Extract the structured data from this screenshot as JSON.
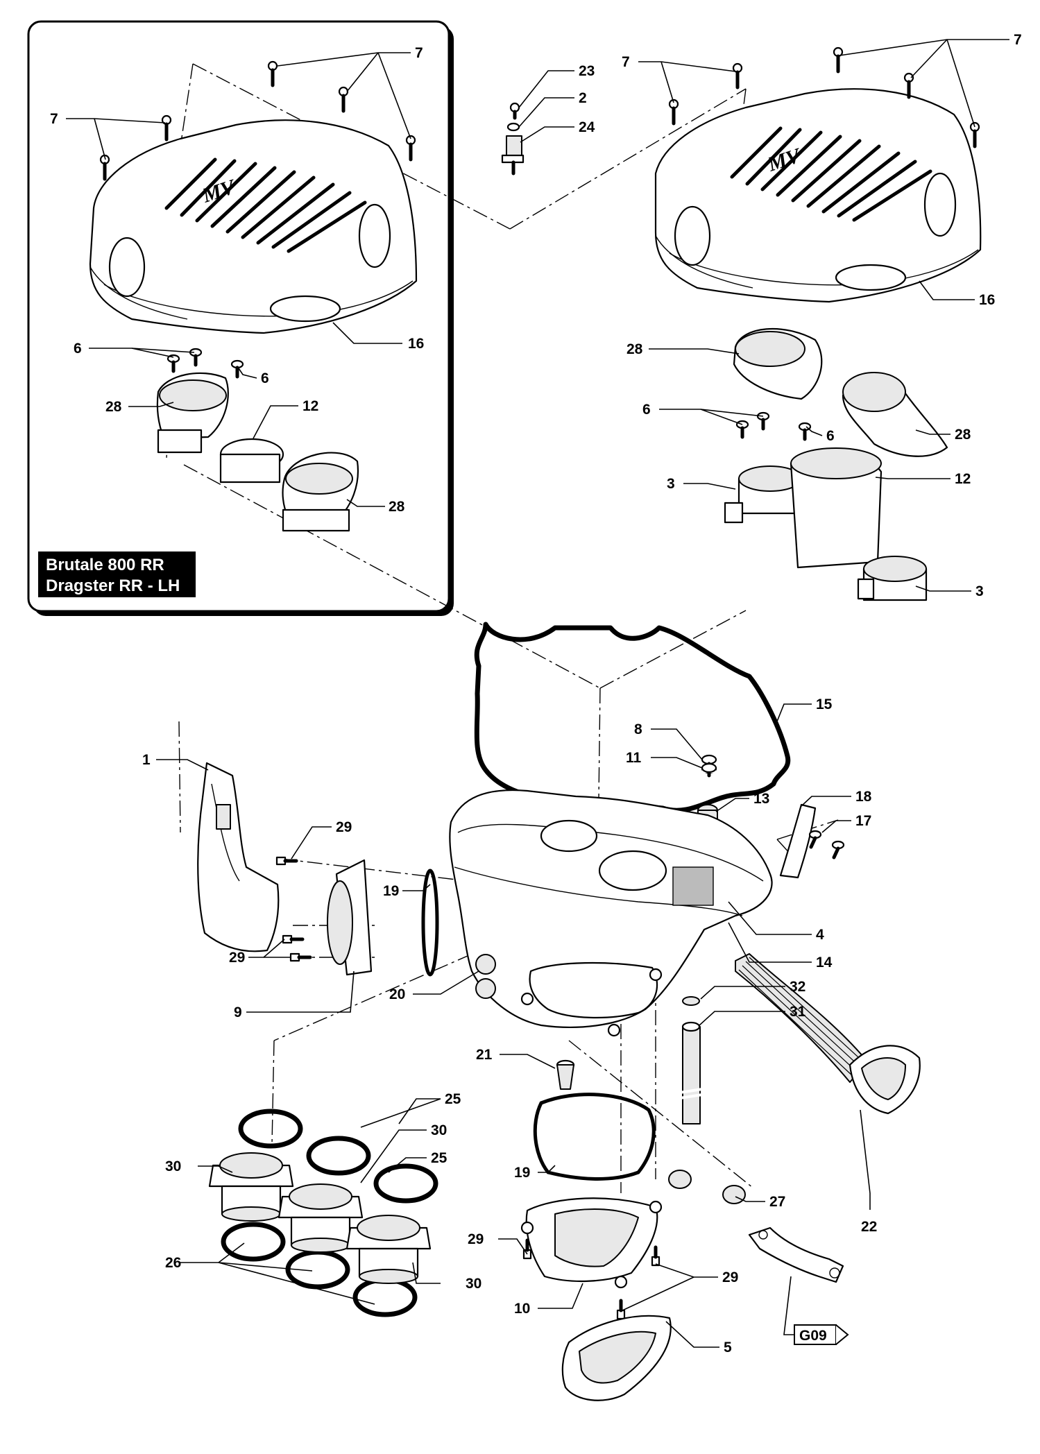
{
  "variant_box": {
    "line1": "Brutale 800 RR",
    "line2": "Dragster RR - LH"
  },
  "ref_tag": "G09",
  "labels": {
    "c1": "1",
    "c2": "2",
    "c3a": "3",
    "c3b": "3",
    "c4": "4",
    "c5": "5",
    "c6a": "6",
    "c6b": "6",
    "c6c": "6",
    "c6d": "6",
    "c7a": "7",
    "c7b": "7",
    "c7c": "7",
    "c7d": "7",
    "c8": "8",
    "c9": "9",
    "c10": "10",
    "c11": "11",
    "c12a": "12",
    "c12b": "12",
    "c13": "13",
    "c14": "14",
    "c15": "15",
    "c16a": "16",
    "c16b": "16",
    "c17": "17",
    "c18": "18",
    "c19a": "19",
    "c19b": "19",
    "c20": "20",
    "c21": "21",
    "c22": "22",
    "c23": "23",
    "c24": "24",
    "c25a": "25",
    "c25b": "25",
    "c26": "26",
    "c27": "27",
    "c28a": "28",
    "c28b": "28",
    "c28c": "28",
    "c28d": "28",
    "c29a": "29",
    "c29b": "29",
    "c29c": "29",
    "c29d": "29",
    "c30a": "30",
    "c30b": "30",
    "c30c": "30",
    "c31": "31",
    "c32": "32"
  }
}
